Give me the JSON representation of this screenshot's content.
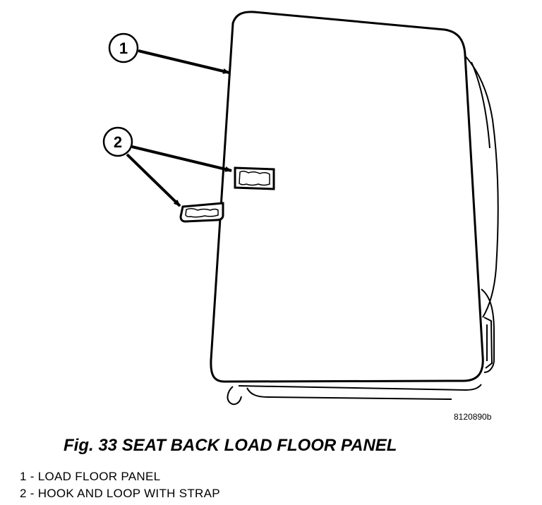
{
  "callouts": [
    {
      "number": "1"
    },
    {
      "number": "2"
    }
  ],
  "figure_id": "8120890b",
  "caption": "Fig. 33 SEAT BACK LOAD FLOOR PANEL",
  "legend": [
    {
      "number": "1",
      "text": "1 - LOAD FLOOR PANEL"
    },
    {
      "number": "2",
      "text": "2 - HOOK AND LOOP WITH STRAP"
    }
  ],
  "colors": {
    "line": "#000000",
    "background": "#ffffff"
  }
}
